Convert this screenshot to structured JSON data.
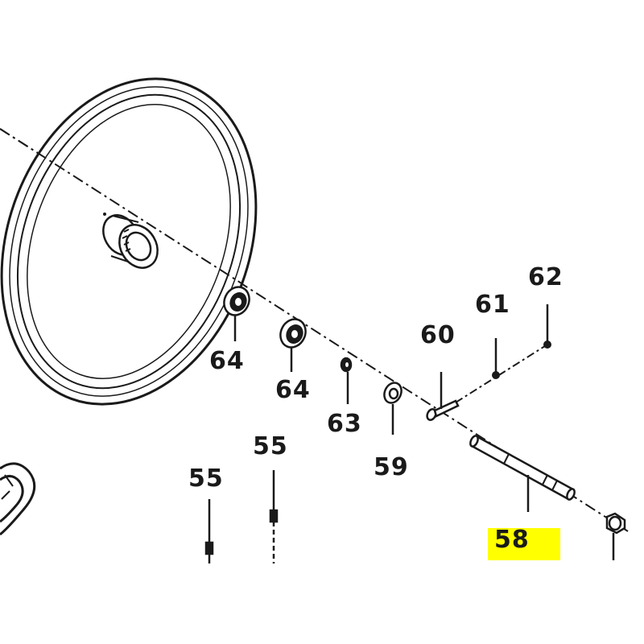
{
  "labels": {
    "p55a": "55",
    "p55b": "55",
    "p58": "58",
    "p59": "59",
    "p60": "60",
    "p61": "61",
    "p62": "62",
    "p63": "63",
    "p64a": "64",
    "p64b": "64"
  },
  "highlight": {
    "part": "58",
    "color": "#ffff00"
  },
  "colors": {
    "line": "#1a1a1a",
    "background": "#ffffff"
  }
}
